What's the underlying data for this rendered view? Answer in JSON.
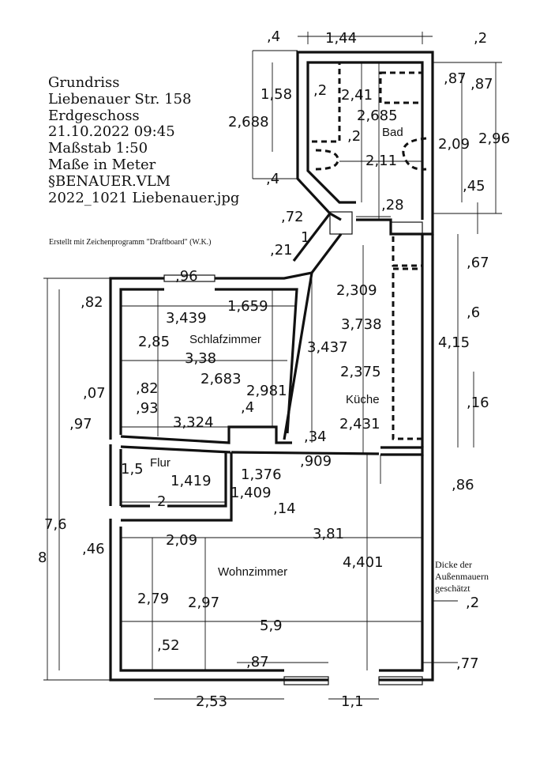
{
  "header": {
    "line1": "Grundriss",
    "line2": "Liebenauer Str. 158",
    "line3": "Erdgeschoss",
    "line4": "21.10.2022  09:45",
    "line5": "Maßstab 1:50",
    "line6": "Maße in Meter",
    "line7": "§BENAUER.VLM",
    "line8": "2022_1021 Liebenauer.jpg"
  },
  "credit": "Erstellt mit Zeichenprogramm \"Draftboard\" (W.K.)",
  "wall_note": {
    "line1": "Dicke der",
    "line2": "Außenmauern",
    "line3": "geschätzt"
  },
  "rooms": {
    "bad": "Bad",
    "schlafzimmer": "Schlafzimmer",
    "kueche": "Küche",
    "flur": "Flur",
    "wohnzimmer": "Wohnzimmer"
  },
  "dims": {
    "d01": ",4",
    "d02": "1,44",
    "d03": ",2",
    "d04": ",87",
    "d05": ",87",
    "d06": "1,58",
    "d07": ",2",
    "d08": "2,41",
    "d09": "2,685",
    "d10": "2,688",
    "d11": ",2",
    "d12": "2,09",
    "d13": "2,96",
    "d14": "2,11",
    "d15": ",4",
    "d16": ",45",
    "d17": ",72",
    "d18": ",28",
    "d19": "1",
    "d20": ",21",
    "d21": ",67",
    "d22": ",96",
    "d23": "2,309",
    "d24": ",82",
    "d25": "1,659",
    "d26": "3,439",
    "d27": ",6",
    "d28": "3,738",
    "d29": "2,85",
    "d30": "3,437",
    "d31": "4,15",
    "d32": "3,38",
    "d33": "2,375",
    "d34": "2,683",
    "d35": ",07",
    "d36": ",82",
    "d37": "2,981",
    "d38": "Küche",
    "d39": ",93",
    "d40": ",16",
    "d41": ",97",
    "d42": "3,324",
    "d43": ",4",
    "d44": "2,431",
    "d45": ",34",
    "d46": "1,5",
    "d47": ",909",
    "d48": "1,376",
    "d49": "1,419",
    "d50": ",86",
    "d51": "1,409",
    "d52": "2",
    "d53": ",14",
    "d54": "7,6",
    "d55": "3,81",
    "d56": "2,09",
    "d57": "8",
    "d58": ",46",
    "d59": "4,401",
    "d60": "2,79",
    "d61": "2,97",
    "d62": ",2",
    "d63": "5,9",
    "d64": ",52",
    "d65": ",87",
    "d66": ",77",
    "d67": "2,53",
    "d68": "1,1"
  }
}
